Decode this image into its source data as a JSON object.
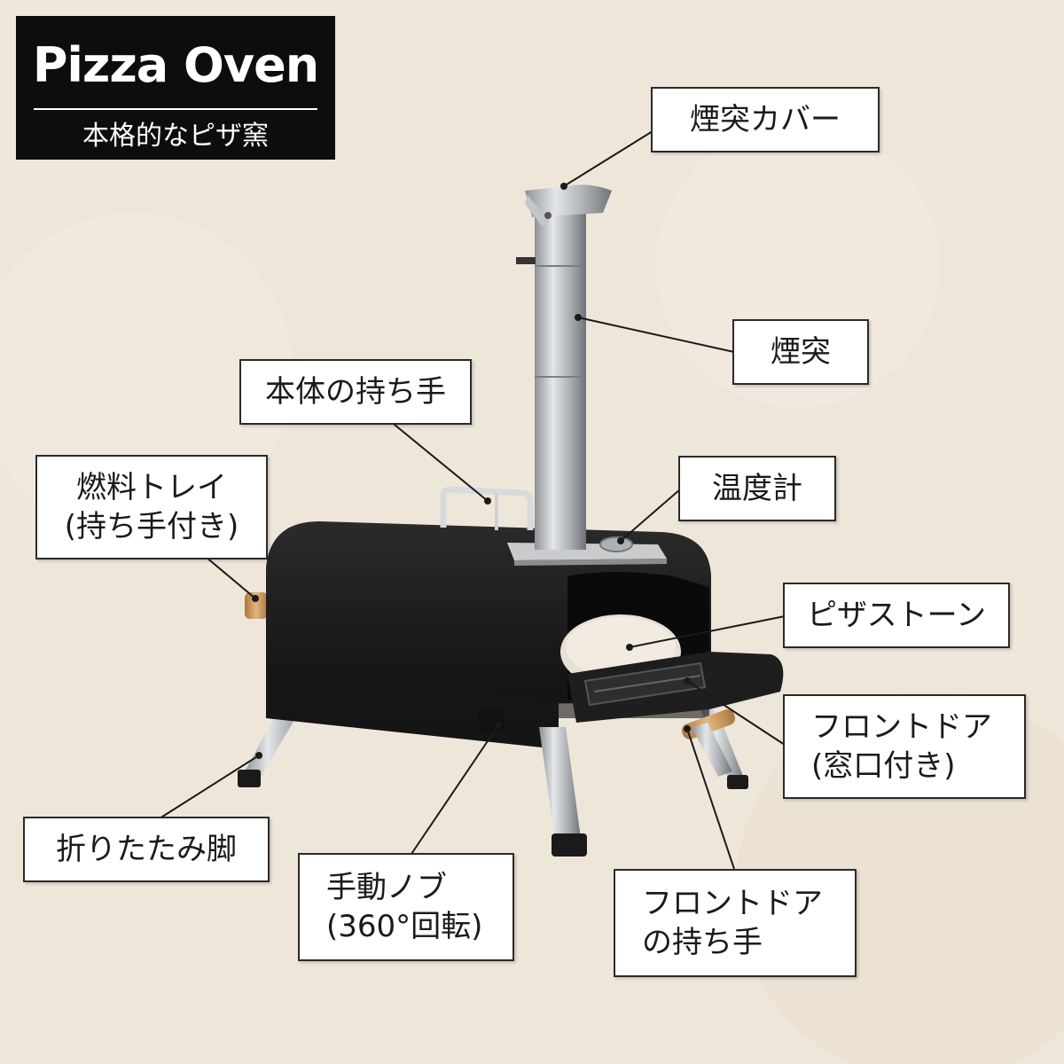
{
  "title": {
    "main": "Pizza Oven",
    "subtitle": "本格的なピザ窯"
  },
  "labels": {
    "chimney_cover": [
      "煙突カバー"
    ],
    "chimney": [
      "煙突"
    ],
    "body_handle": [
      "本体の持ち手"
    ],
    "fuel_tray": [
      "燃料トレイ",
      "(持ち手付き)"
    ],
    "thermometer": [
      "温度計"
    ],
    "pizza_stone": [
      "ピザストーン"
    ],
    "front_door": [
      "フロントドア",
      "(窓口付き)"
    ],
    "folding_legs": [
      "折りたたみ脚"
    ],
    "manual_knob": [
      "手動ノブ",
      "(360°回転)"
    ],
    "front_door_handle": [
      "フロントドア",
      "の持ち手"
    ]
  },
  "colors": {
    "background": "#efe6da",
    "title_bg": "#0d0d0d",
    "oven_body": "#1c1c1c",
    "steel": "#b9bcbf",
    "wood": "#c99a60",
    "stone": "#e8e0d4"
  }
}
